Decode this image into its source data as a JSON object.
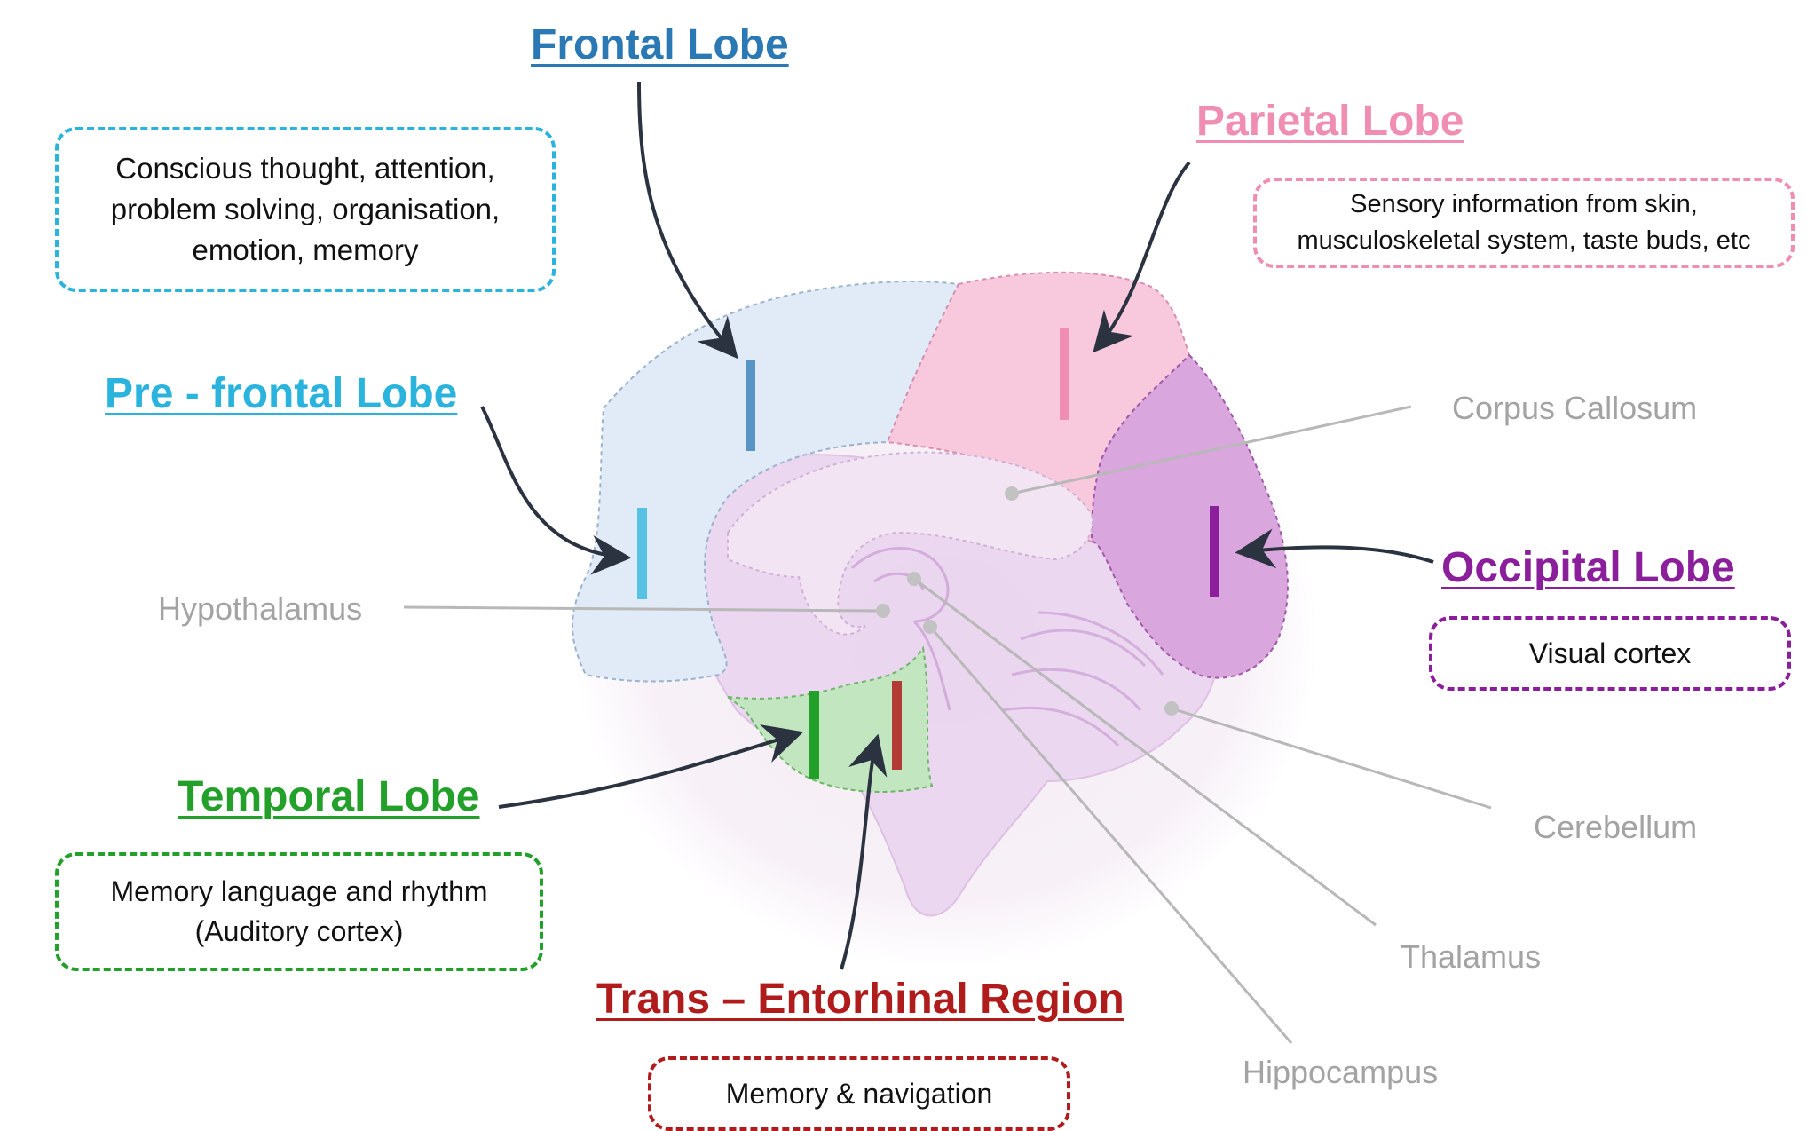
{
  "colors": {
    "frontal": "#2a78b4",
    "prefrontal": "#2ab4dd",
    "parietal": "#ef8db3",
    "occipital": "#8b1e9b",
    "temporal": "#23a02a",
    "entorhinal": "#b01c1c",
    "structure_text": "#a3a3a3",
    "arrow": "#2b3240"
  },
  "lobes": {
    "frontal": {
      "title": "Frontal Lobe"
    },
    "prefrontal": {
      "title": "Pre - frontal Lobe",
      "lines": [
        "Conscious thought, attention,",
        "problem solving, organisation,",
        "emotion, memory"
      ]
    },
    "parietal": {
      "title": "Parietal Lobe",
      "lines": [
        "Sensory information from skin,",
        "musculoskeletal system, taste buds, etc"
      ]
    },
    "occipital": {
      "title": "Occipital Lobe",
      "lines": [
        "Visual cortex"
      ]
    },
    "temporal": {
      "title": "Temporal Lobe",
      "lines": [
        "Memory language and rhythm",
        "(Auditory cortex)"
      ]
    },
    "entorhinal": {
      "title": "Trans – Entorhinal Region",
      "lines": [
        "Memory & navigation"
      ]
    }
  },
  "structures": {
    "corpus_callosum": "Corpus Callosum",
    "hypothalamus": "Hypothalamus",
    "cerebellum": "Cerebellum",
    "thalamus": "Thalamus",
    "hippocampus": "Hippocampus"
  }
}
